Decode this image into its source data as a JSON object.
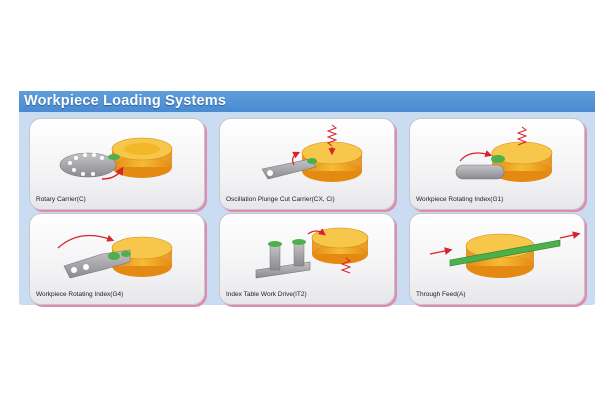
{
  "header": {
    "title": "Workpiece Loading Systems"
  },
  "cards": [
    {
      "caption": "Rotary Carrier(C)"
    },
    {
      "caption": "Oscillation Plunge Cut Carrier(CX, Ci)"
    },
    {
      "caption": "Workpiece Rotating Index(G1)"
    },
    {
      "caption": "Workpiece Rotating Index(G4)"
    },
    {
      "caption": "Index Table Work Drive(IT2)"
    },
    {
      "caption": "Through Feed(A)"
    }
  ],
  "colors": {
    "title_bar": "#4a8ad0",
    "panel": "#c9dcf2",
    "wheel": "#f2b21c",
    "work": "#4db04a",
    "arrow": "#d8232a"
  }
}
